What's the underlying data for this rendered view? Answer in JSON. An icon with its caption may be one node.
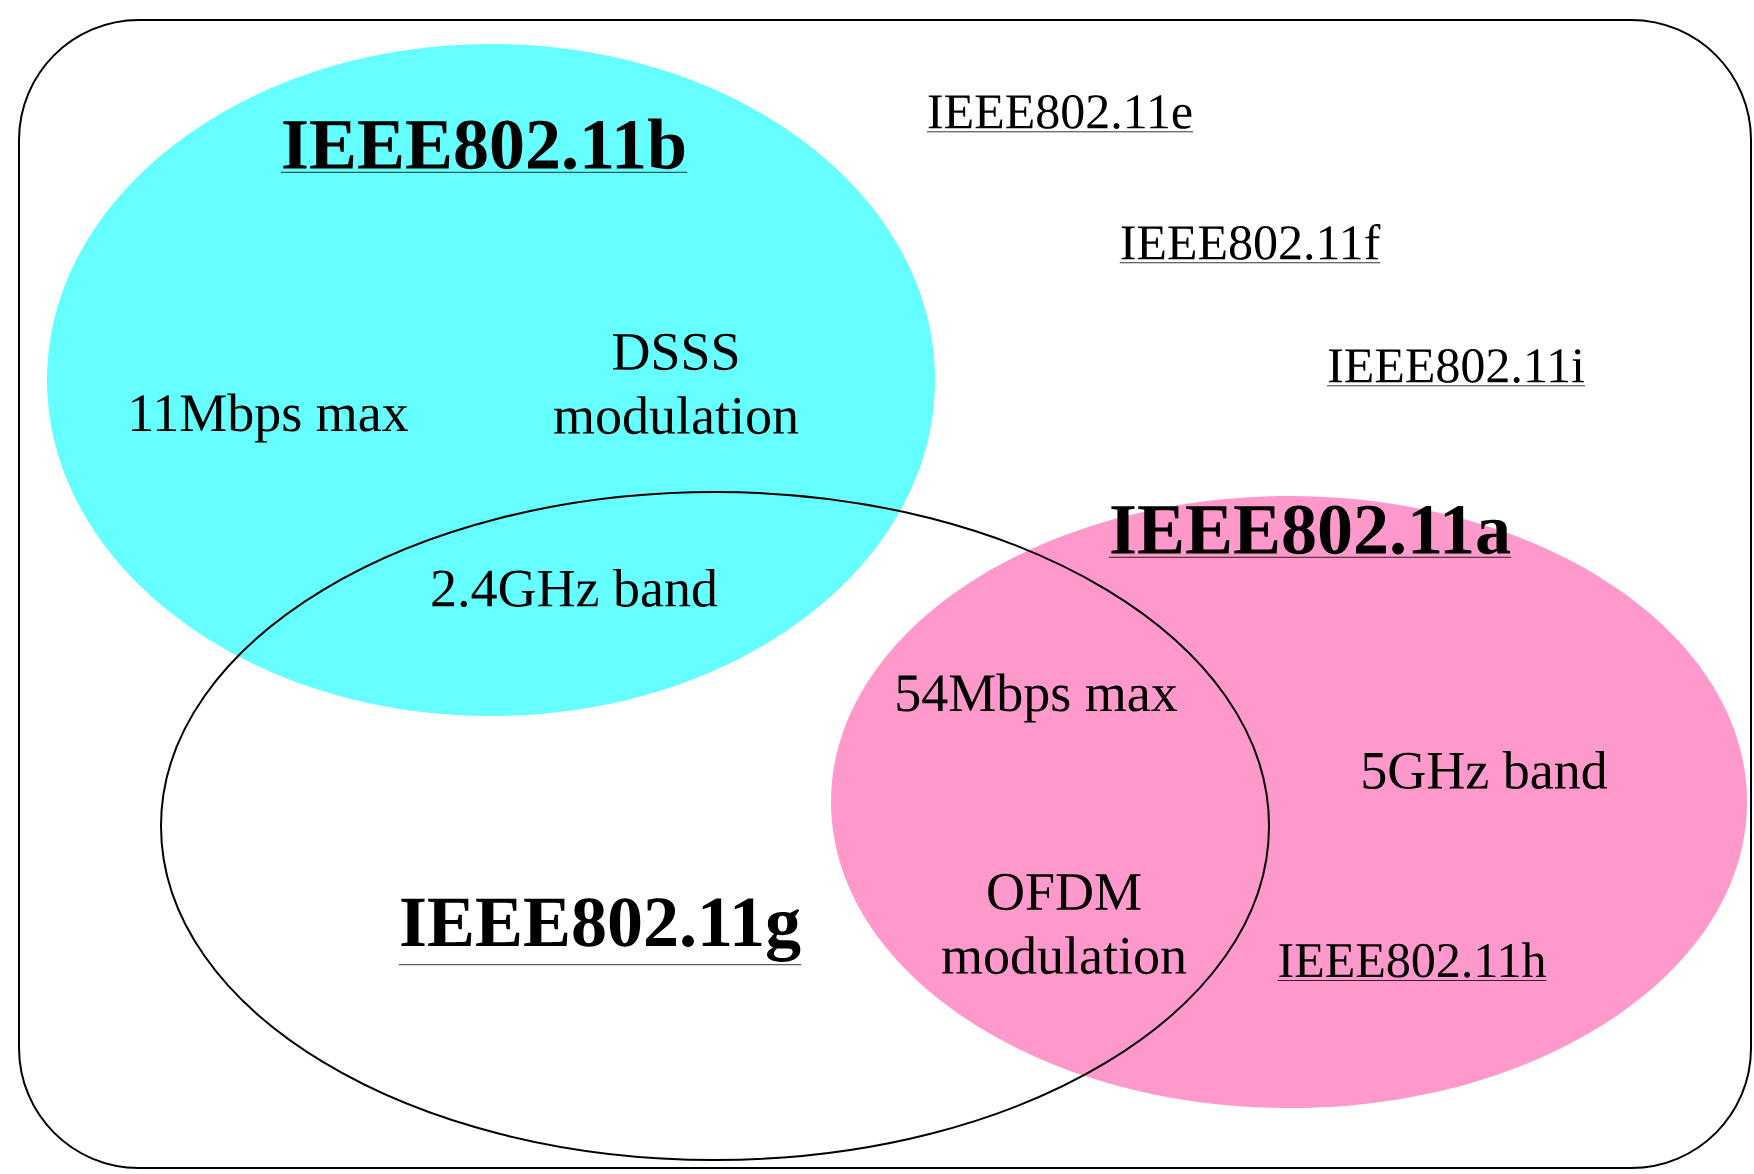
{
  "diagram": {
    "nodes": [
      {
        "text": [],
        "shape": "box"
      },
      {
        "text": [
          "IEEE802.11b"
        ],
        "in": 0
      },
      {
        "text": [
          "IEEE802.11a"
        ],
        "in": 0
      },
      {
        "text": [
          "IEEE802.11g"
        ],
        "in": 0
      }
    ],
    "edges": [],
    "labels": [
      "IEEE802.11e",
      "IEEE802.11f",
      "IEEE802.11i",
      "DSSS modulation",
      "11Mbps max",
      "2.4GHz band",
      "54Mbps max",
      "5GHz band",
      "OFDM modulation",
      "IEEE802.11h"
    ]
  }
}
